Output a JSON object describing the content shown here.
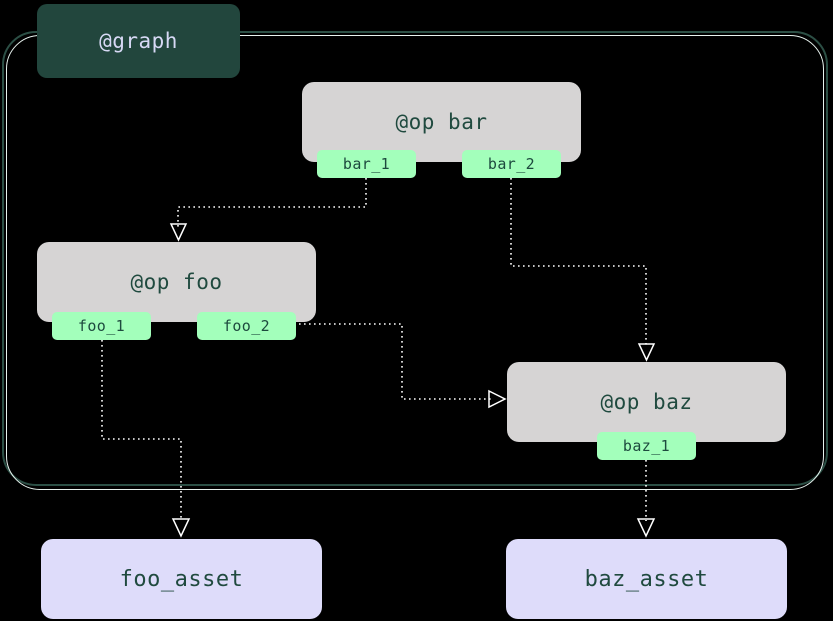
{
  "diagram": {
    "type": "dagster-op-graph",
    "background_color": "#000000",
    "edge_color": "#ffffff",
    "edge_style": "dotted",
    "arrowhead": "hollow-triangle"
  },
  "graph_container": {
    "label": "@graph",
    "label_bg": "#22463d",
    "label_text_color": "#d7d9f5",
    "border_outer_color": "#2c4f45",
    "border_inner_color": "#e8f3ef"
  },
  "op_nodes": [
    {
      "id": "bar",
      "label": "@op bar",
      "bg": "#d6d4d4",
      "text_color": "#204a3f",
      "ports": [
        {
          "id": "bar_1",
          "label": "bar_1",
          "bg": "#a3ffbb",
          "text_color": "#1d4a3e"
        },
        {
          "id": "bar_2",
          "label": "bar_2",
          "bg": "#a3ffbb",
          "text_color": "#1d4a3e"
        }
      ]
    },
    {
      "id": "foo",
      "label": "@op foo",
      "bg": "#d6d4d4",
      "text_color": "#204a3f",
      "ports": [
        {
          "id": "foo_1",
          "label": "foo_1",
          "bg": "#a3ffbb",
          "text_color": "#1d4a3e"
        },
        {
          "id": "foo_2",
          "label": "foo_2",
          "bg": "#a3ffbb",
          "text_color": "#1d4a3e"
        }
      ]
    },
    {
      "id": "baz",
      "label": "@op baz",
      "bg": "#d6d4d4",
      "text_color": "#204a3f",
      "ports": [
        {
          "id": "baz_1",
          "label": "baz_1",
          "bg": "#a3ffbb",
          "text_color": "#1d4a3e"
        }
      ]
    }
  ],
  "asset_nodes": [
    {
      "id": "foo_asset",
      "label": "foo_asset",
      "bg": "#dedcfa",
      "text_color": "#204a3f"
    },
    {
      "id": "baz_asset",
      "label": "baz_asset",
      "bg": "#dedcfa",
      "text_color": "#204a3f"
    }
  ],
  "edges": [
    {
      "id": "bar_1-to-foo",
      "from": "bar_1",
      "to": "foo",
      "direction": "down-left-down"
    },
    {
      "id": "bar_2-to-baz",
      "from": "bar_2",
      "to": "baz",
      "direction": "down-right-down"
    },
    {
      "id": "foo_2-to-baz",
      "from": "foo_2",
      "to": "baz",
      "direction": "right-down-right"
    },
    {
      "id": "foo_1-to-foo_asset",
      "from": "foo_1",
      "to": "foo_asset",
      "direction": "down-right-down"
    },
    {
      "id": "baz_1-to-baz_asset",
      "from": "baz_1",
      "to": "baz_asset",
      "direction": "down"
    }
  ]
}
